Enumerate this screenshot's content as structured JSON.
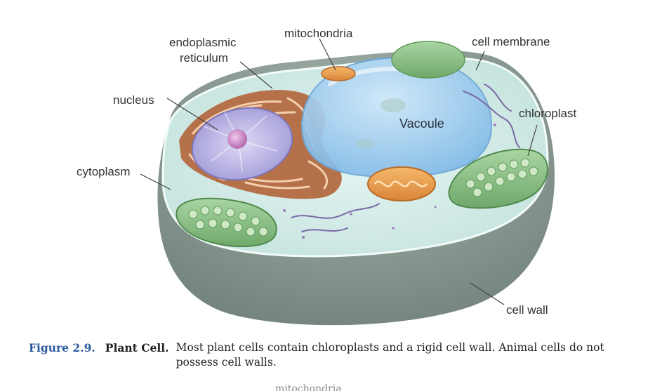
{
  "labels": {
    "endoplasmic_1": "endoplasmic",
    "endoplasmic_2": "reticulum",
    "mitochondria": "mitochondria",
    "cell_membrane": "cell membrane",
    "nucleus": "nucleus",
    "chloroplast": "chloroplast",
    "vacoule": "Vacoule",
    "cytoplasm": "cytoplasm",
    "cell_wall": "cell wall"
  },
  "caption": {
    "number": "Figure 2.9.",
    "title": "Plant Cell.",
    "text": "Most plant cells contain chloroplasts and a rigid cell wall. Animal cells do not possess cell walls."
  },
  "cutoff_text": "mitochondria",
  "colors": {
    "cell_wall": "#8a9a90",
    "cytoplasm": "#d4ece8",
    "vacuole": "#9ecdf0",
    "er": "#b5714a",
    "chloroplast": "#8fc48a",
    "mitochondria": "#f0a050",
    "nucleus": "#b9b4e0",
    "caption_number": "#2b5aa0"
  }
}
